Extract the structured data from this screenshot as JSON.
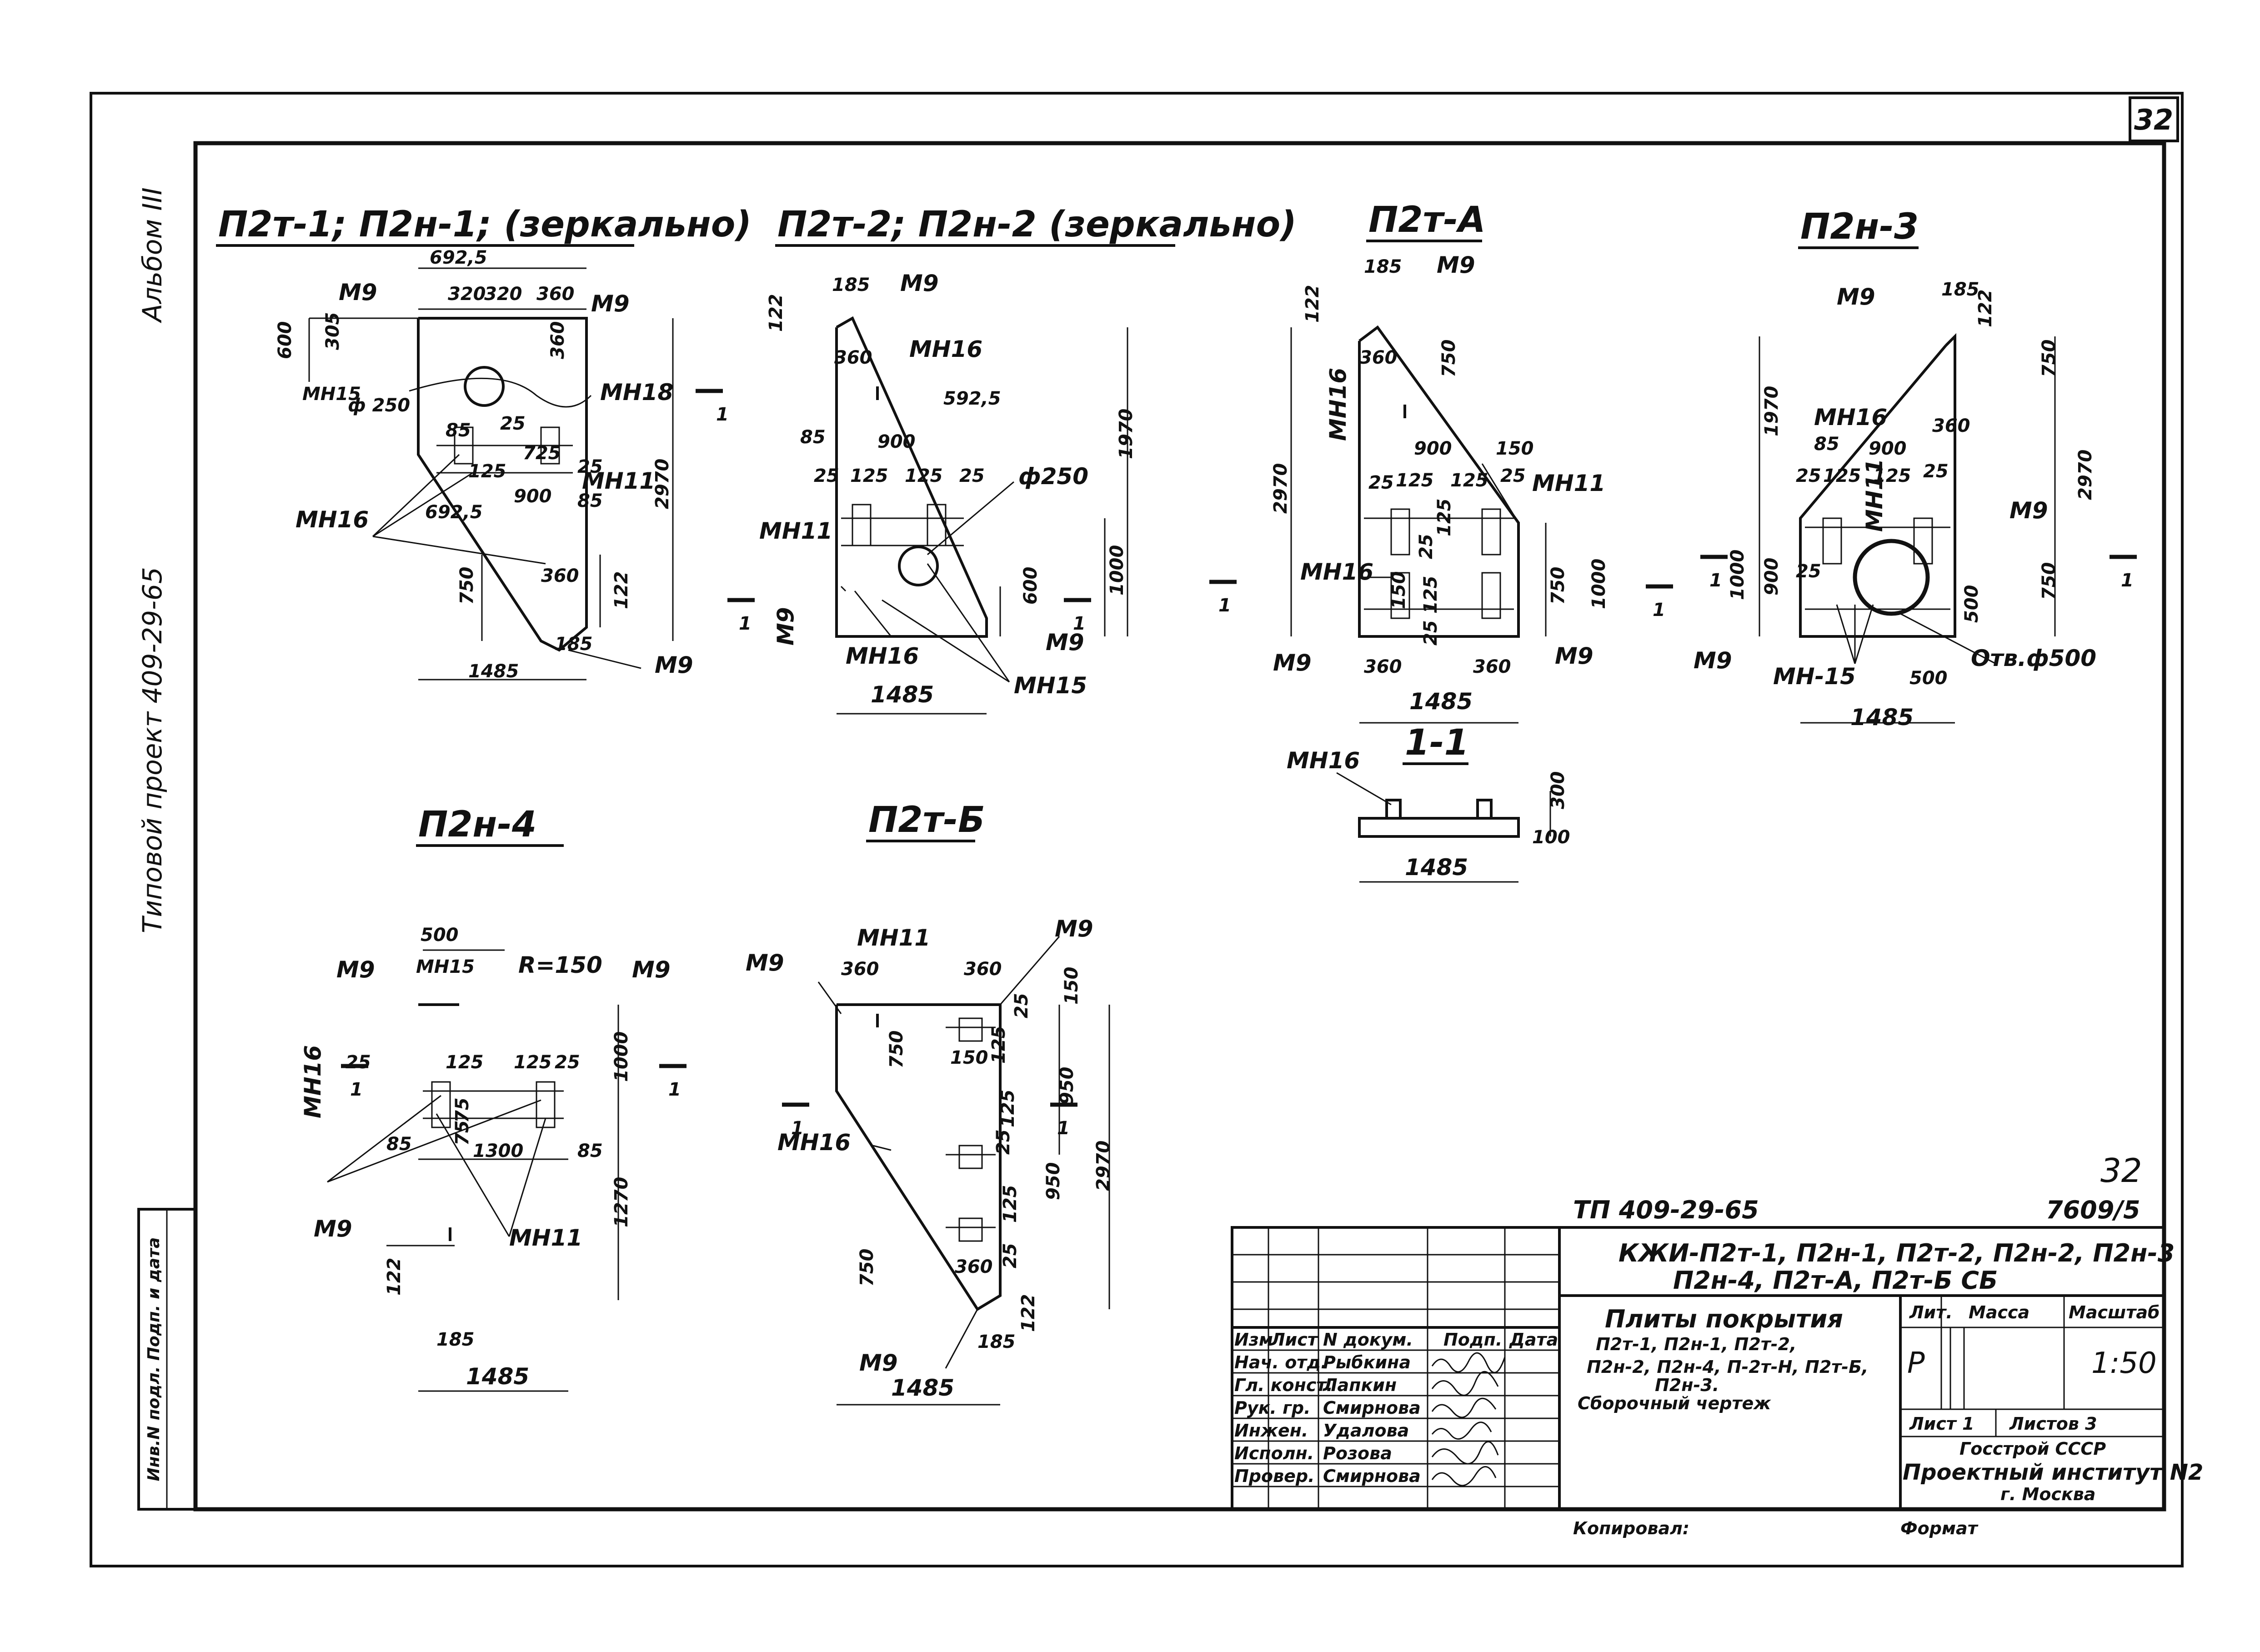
{
  "sheet": {
    "page_number": "32",
    "album": "Альбом III",
    "project": "Типовой проект 409-29-65",
    "binding_label": "Инв.N подл. Подп. и дата",
    "copied": "Копировал:",
    "format": "Формат"
  },
  "views": {
    "p2t1": {
      "title": "П2т-1; П2н-1; (зеркально)",
      "dims": [
        "692,5",
        "320",
        "320",
        "360",
        "600",
        "305",
        "360",
        "ф 250",
        "85",
        "25",
        "125",
        "725",
        "900",
        "85",
        "25",
        "692,5",
        "2970",
        "750",
        "360",
        "122",
        "185",
        "1485"
      ],
      "labels": [
        "М9",
        "М9",
        "МН15",
        "МН18",
        "МН11",
        "МН16",
        "М9"
      ]
    },
    "p2t2": {
      "title": "П2т-2; П2н-2 (зеркально)",
      "dims": [
        "185",
        "122",
        "360",
        "592,5",
        "85",
        "900",
        "25",
        "125",
        "125",
        "25",
        "ф250",
        "1970",
        "600",
        "1000",
        "1485"
      ],
      "labels": [
        "М9",
        "МН16",
        "МН11",
        "М9",
        "МН16",
        "М9",
        "МН15"
      ]
    },
    "p2tA": {
      "title": "П2т-А",
      "dims": [
        "185",
        "122",
        "360",
        "750",
        "900",
        "150",
        "25",
        "125",
        "125",
        "25",
        "2970",
        "125",
        "25",
        "150",
        "125",
        "25",
        "750",
        "1000",
        "360",
        "360",
        "1485"
      ],
      "labels": [
        "М9",
        "МН16",
        "МН11",
        "МН16",
        "М9",
        "М9"
      ]
    },
    "p2n3": {
      "title": "П2н-3",
      "dims": [
        "185",
        "122",
        "750",
        "1970",
        "360",
        "85",
        "900",
        "25",
        "125",
        "125",
        "25",
        "2970",
        "1000",
        "900",
        "25",
        "750",
        "500",
        "500",
        "1485"
      ],
      "labels": [
        "М9",
        "МН16",
        "МН11",
        "М9",
        "М9",
        "МН-15",
        "Отв.ф500"
      ]
    },
    "section": {
      "title": "1-1",
      "dims": [
        "300",
        "100",
        "1485"
      ],
      "labels": [
        "МН16"
      ]
    },
    "p2n4": {
      "title": "П2н-4",
      "dims": [
        "500",
        "R=150",
        "25",
        "125",
        "125",
        "25",
        "75",
        "75",
        "1000",
        "85",
        "1300",
        "85",
        "1270",
        "122",
        "185",
        "1485"
      ],
      "labels": [
        "М9",
        "МН15",
        "М9",
        "МН16",
        "МН11",
        "М9"
      ]
    },
    "p2tB": {
      "title": "П2т-Б",
      "dims": [
        "360",
        "360",
        "150",
        "25",
        "125",
        "750",
        "150",
        "950",
        "125",
        "25",
        "950",
        "2970",
        "125",
        "25",
        "750",
        "360",
        "122",
        "185",
        "1485"
      ],
      "labels": [
        "М9",
        "МН11",
        "М9",
        "МН16",
        "М9"
      ]
    },
    "section_markers": [
      "1",
      "1",
      "1",
      "1",
      "1",
      "1",
      "1",
      "1",
      "1",
      "1",
      "1",
      "1",
      "1",
      "1"
    ]
  },
  "stamp": {
    "doc_code": "ТП 409-29-65",
    "handwritten_number": "32",
    "archive_number": "7609/5",
    "designation_line1": "КЖИ-П2т-1, П2н-1, П2т-2, П2н-2, П2н-3",
    "designation_line2": "П2н-4, П2т-А, П2т-Б СБ",
    "title_line1": "Плиты покрытия",
    "title_line2": "П2т-1, П2н-1, П2т-2,",
    "title_line3": "П2н-2, П2н-4, П-2т-Н, П2т-Б,",
    "title_line4": "П2н-3.",
    "title_line5": "Сборочный чертеж",
    "col_headers": [
      "Изм",
      "Лист",
      "N докум.",
      "Подп.",
      "Дата"
    ],
    "roles": [
      {
        "role": "Нач. отд.",
        "name": "Рыбкина"
      },
      {
        "role": "Гл. конст.",
        "name": "Лапкин"
      },
      {
        "role": "Рук. гр.",
        "name": "Смирнова"
      },
      {
        "role": "Инжен.",
        "name": "Удалова"
      },
      {
        "role": "Исполн.",
        "name": "Розова"
      },
      {
        "role": "Провер.",
        "name": "Смирнова"
      }
    ],
    "lit_label": "Лит.",
    "mass_label": "Масса",
    "scale_label": "Масштаб",
    "lit_value": "Р",
    "scale_value": "1:50",
    "sheet_label": "Лист 1",
    "sheets_label": "Листов 3",
    "org_line1": "Госстрой СССР",
    "org_line2": "Проектный институт N2",
    "org_line3": "г. Москва"
  }
}
